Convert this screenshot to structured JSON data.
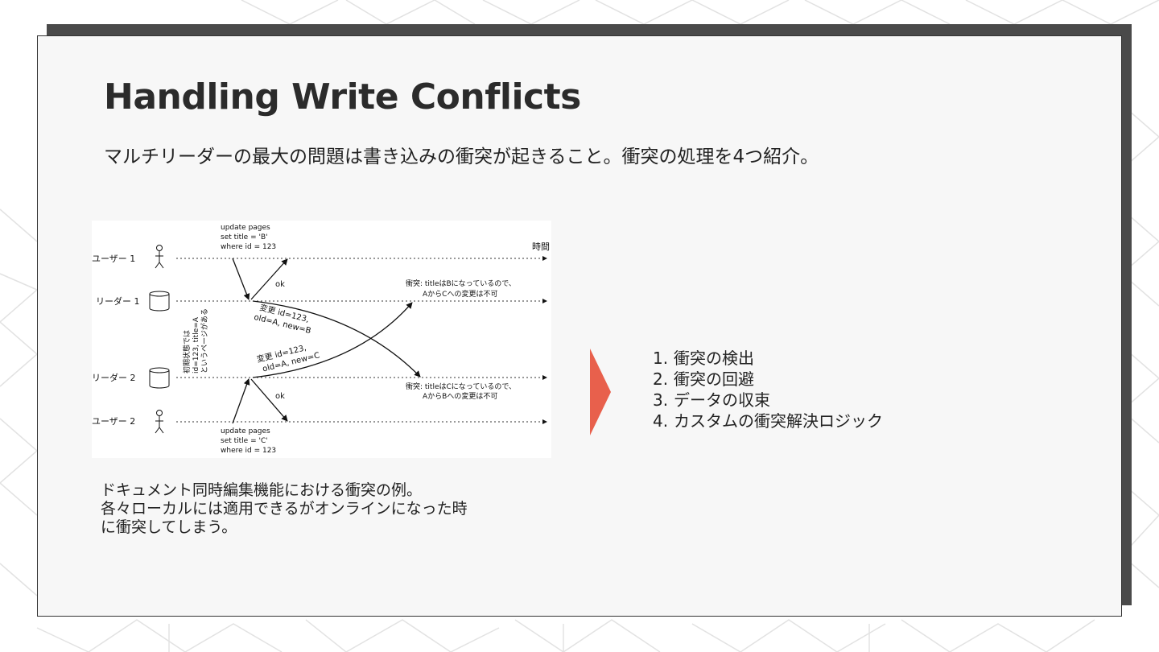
{
  "slide": {
    "title": "Handling Write Conflicts",
    "subtitle": "マルチリーダーの最大の問題は書き込みの衝突が起きること。衝突の処理を4つ紹介。"
  },
  "diagram": {
    "actors": {
      "user1": "ユーザー 1",
      "leader1": "リーダー 1",
      "leader2": "リーダー 2",
      "user2": "ユーザー 2"
    },
    "time_label": "時間",
    "query_top": [
      "update pages",
      "set title = 'B'",
      "where id = 123"
    ],
    "query_bottom": [
      "update pages",
      "set title = 'C'",
      "where id = 123"
    ],
    "ok_top": "ok",
    "ok_bottom": "ok",
    "change_b": [
      "変更 id=123,",
      "old=A, new=B"
    ],
    "change_c": [
      "変更 id=123,",
      "old=A, new=C"
    ],
    "conflict_top": [
      "衝突: titleはBになっているので、",
      "AからCへの変更は不可"
    ],
    "conflict_bottom": [
      "衝突: titleはCになっているので、",
      "AからBへの変更は不可"
    ],
    "initial_state": [
      "初期状態では",
      "id=123, title=A",
      "というページがある"
    ]
  },
  "caption": {
    "lines": [
      "ドキュメント同時編集機能における衝突の例。",
      "各々ローカルには適用できるがオンラインになった時",
      "に衝突してしまう。"
    ]
  },
  "list": {
    "items": [
      {
        "num": "1.",
        "text": "衝突の検出"
      },
      {
        "num": "2.",
        "text": "衝突の回避"
      },
      {
        "num": "3.",
        "text": "データの収束"
      },
      {
        "num": "4.",
        "text": "カスタムの衝突解決ロジック"
      }
    ]
  },
  "colors": {
    "accent": "#e8604c",
    "shadow": "#4a4a4a",
    "card": "#f7f7f7"
  }
}
